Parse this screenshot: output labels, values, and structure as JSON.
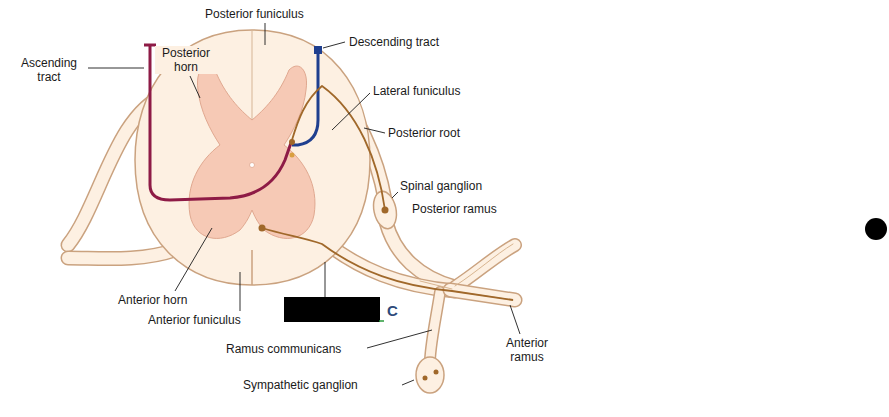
{
  "diagram": {
    "labels": [
      "Posterior funiculus",
      "Descending tract",
      "Ascending tract",
      "Posterior horn",
      "Lateral funiculus",
      "Posterior root",
      "Spinal ganglion",
      "Posterior ramus",
      "Anterior horn",
      "Anterior funiculus",
      "C",
      "Ramus communicans",
      "Anterior ramus",
      "Sympathetic ganglion"
    ]
  }
}
